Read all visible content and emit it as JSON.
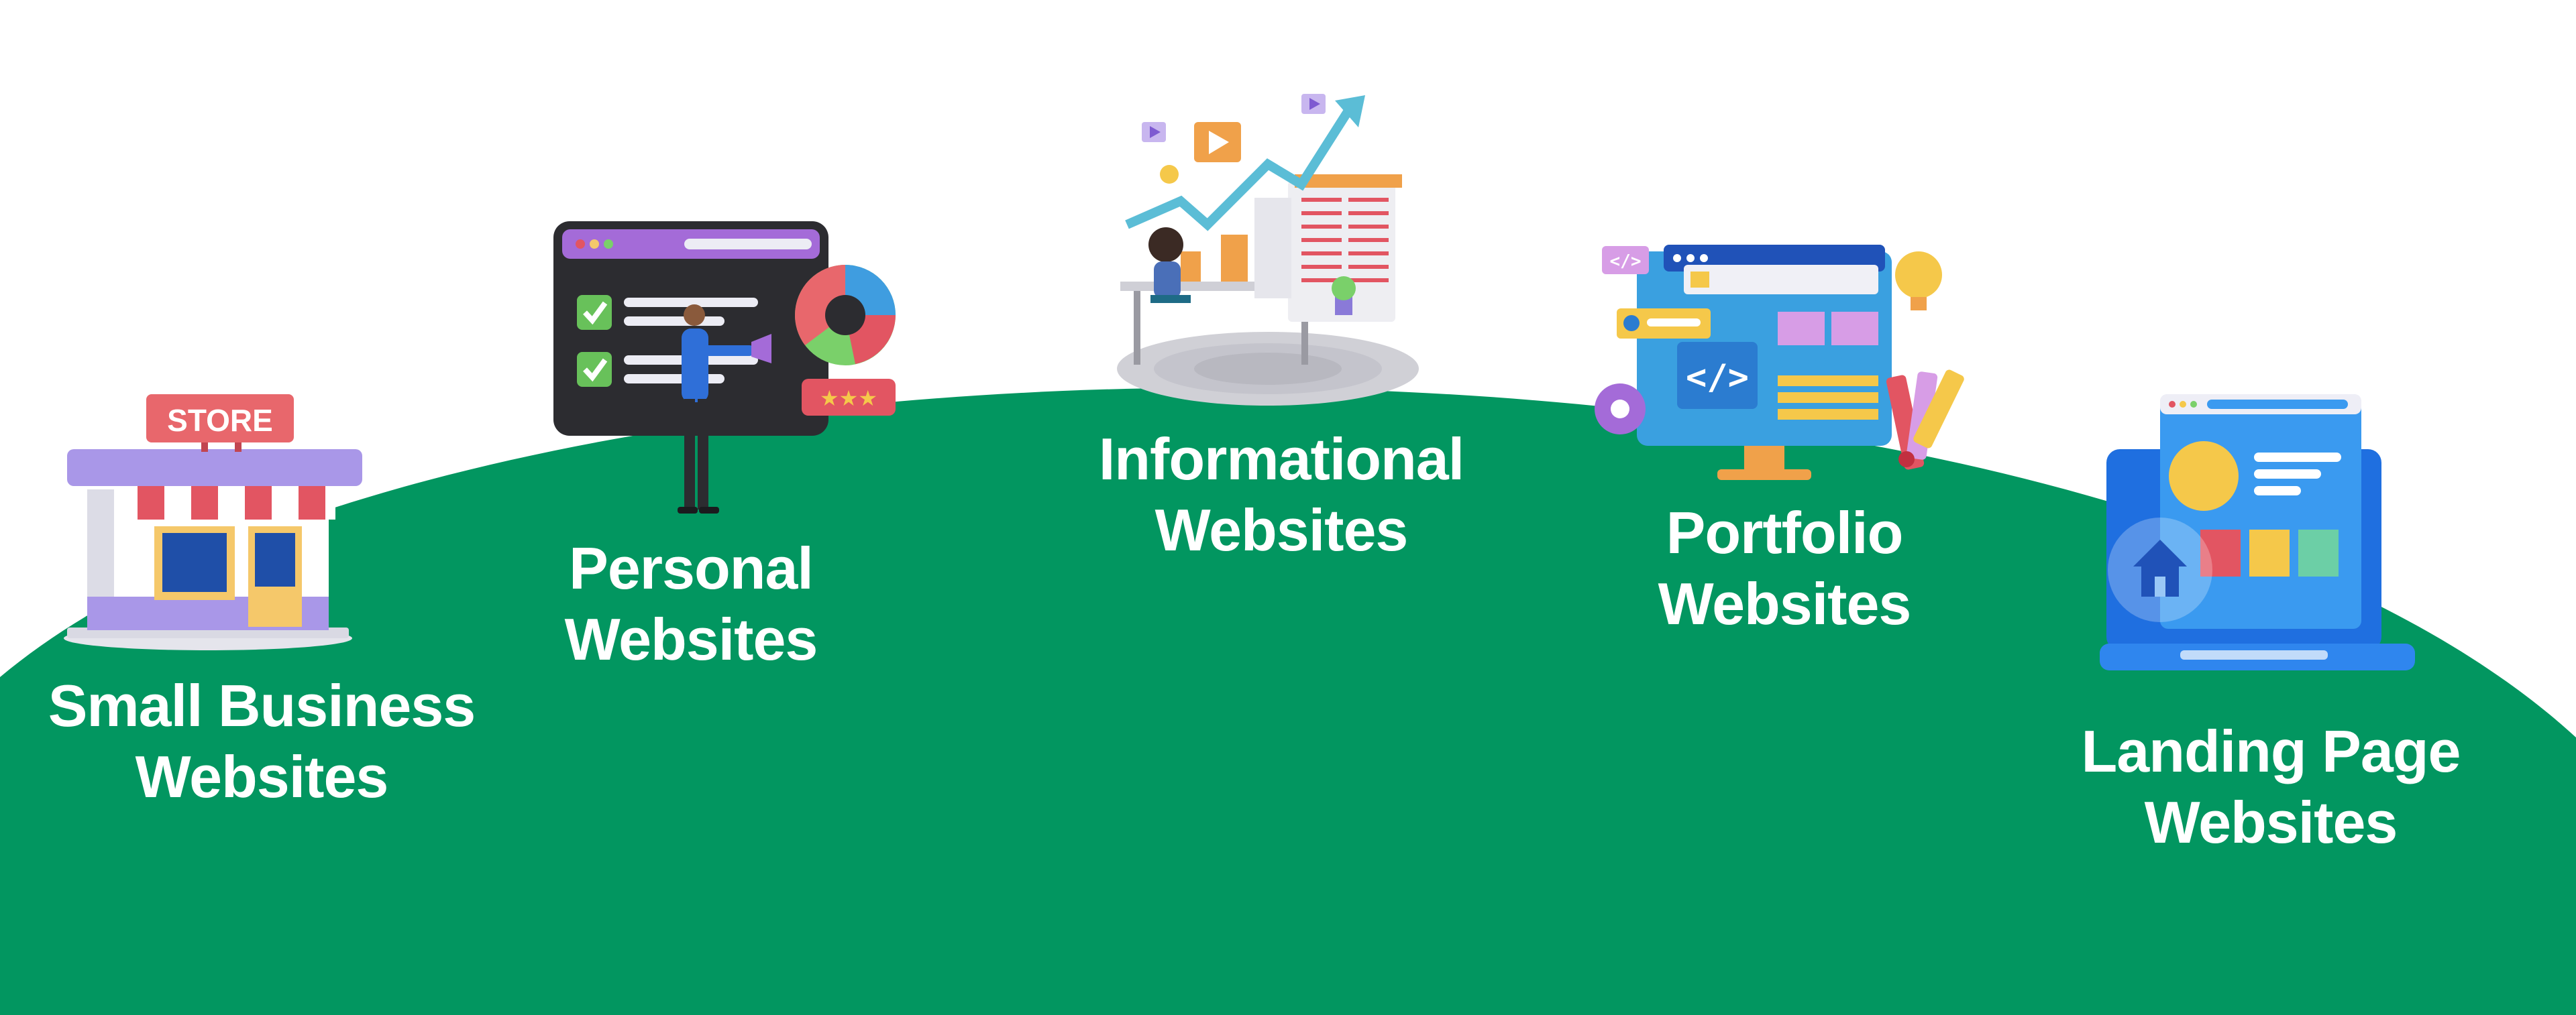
{
  "colors": {
    "background": "#ffffff",
    "arc_green": "#029660",
    "label_text": "#ffffff"
  },
  "items": [
    {
      "line1": "Small Business",
      "line2": "Websites",
      "icon": "store-icon",
      "sign": "STORE"
    },
    {
      "line1": "Personal",
      "line2": "Websites",
      "icon": "presentation-board-icon"
    },
    {
      "line1": "Informational",
      "line2": "Websites",
      "icon": "analytics-desk-icon"
    },
    {
      "line1": "Portfolio",
      "line2": "Websites",
      "icon": "code-monitor-icon",
      "code_tag": "</>"
    },
    {
      "line1": "Landing Page",
      "line2": "Websites",
      "icon": "laptop-landing-page-icon"
    }
  ]
}
